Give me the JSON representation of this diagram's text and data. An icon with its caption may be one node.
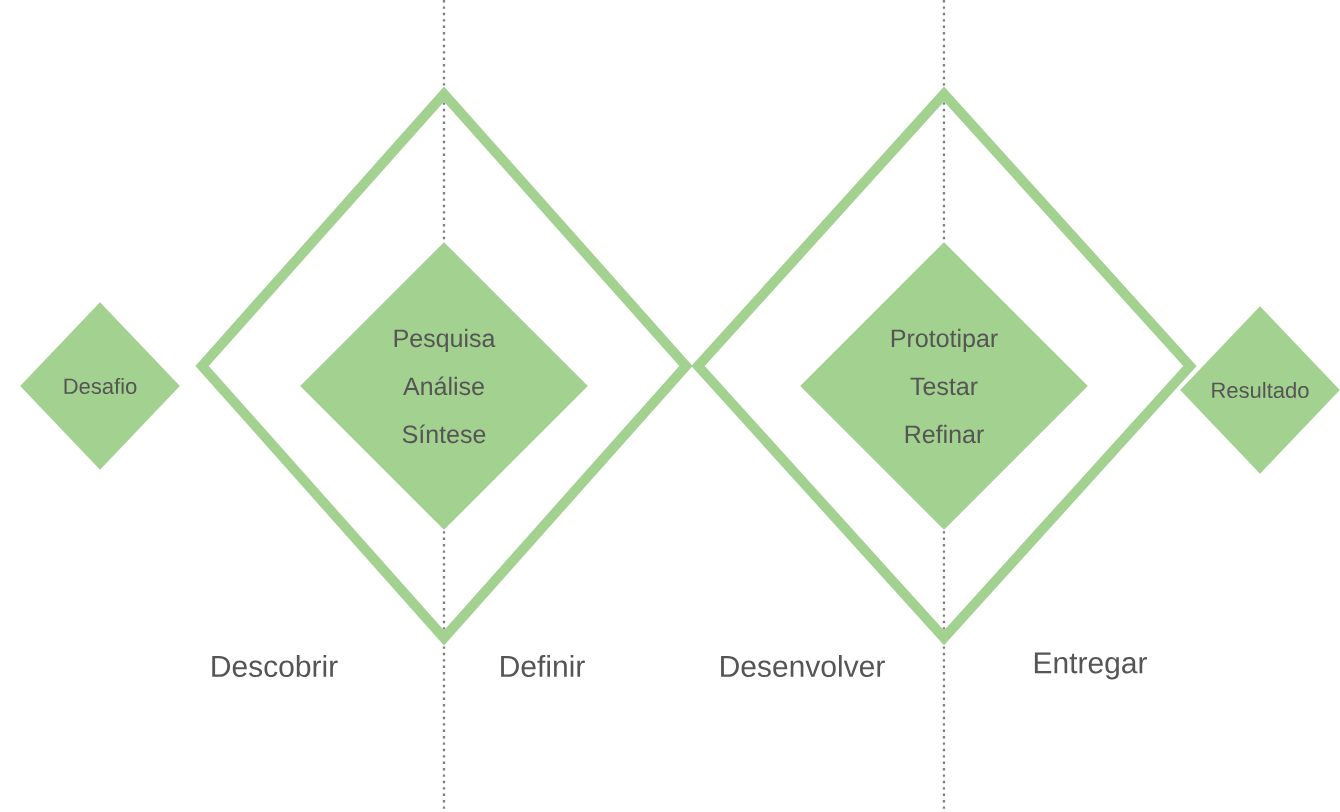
{
  "diagram": {
    "nodes": [
      {
        "text": [
          "Desafio"
        ]
      },
      {
        "text": [],
        "shape": "diamond"
      },
      {
        "text": [
          "Pesquisa",
          "Análise",
          "Síntese"
        ],
        "in": 1
      },
      {
        "text": [],
        "shape": "diamond"
      },
      {
        "text": [
          "Prototipar",
          "Testar",
          "Refinar"
        ],
        "in": 3
      },
      {
        "text": [
          "Resultado"
        ]
      }
    ],
    "edges": [],
    "labels": [
      "Descobrir",
      "Definir",
      "Desenvolver",
      "Entregar"
    ]
  }
}
